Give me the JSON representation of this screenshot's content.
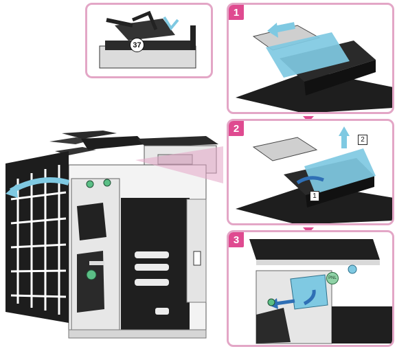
{
  "detail_inset": {
    "callout_number": "37"
  },
  "steps": [
    {
      "number": "1"
    },
    {
      "number": "2",
      "callouts": [
        "2",
        "1"
      ]
    },
    {
      "number": "3",
      "tag": "PNL"
    }
  ],
  "colors": {
    "panel_border": "#e3a6c6",
    "badge_bg": "#df4a90",
    "paper_blue": "#7fc9e2",
    "machine_dark": "#222222",
    "accent_green": "#5bbf86"
  }
}
